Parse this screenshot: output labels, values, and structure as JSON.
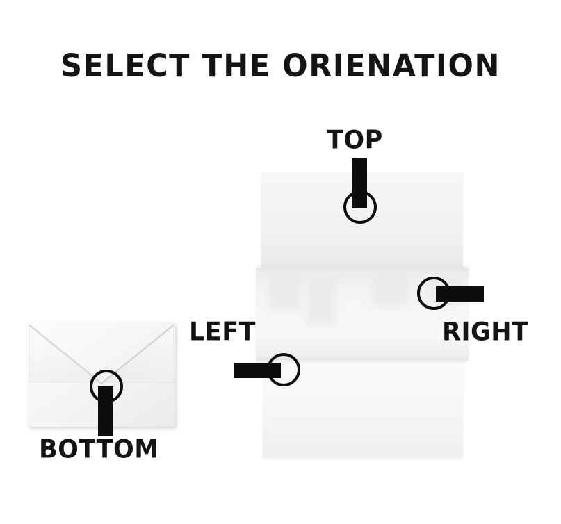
{
  "page": {
    "title": "SELECT THE ORIENATION",
    "background_color": "#ffffff",
    "ink_color": "#0d0d0d"
  },
  "illustration": {
    "envelope": {
      "name": "envelope",
      "fill_color": "#f6f6f6",
      "description": "closed envelope with V-shaped flap"
    },
    "letter": {
      "name": "tri-folded-letter",
      "fill_color": "#f3f3f3",
      "folds": 3,
      "description": "folded sheet of paper with two horizontal fold creases"
    }
  },
  "markers": [
    {
      "id": "top",
      "label": "TOP",
      "icon": "pin-marker-icon",
      "bar_direction": "down",
      "circle_position": "bottom",
      "target": "letter"
    },
    {
      "id": "right",
      "label": "RIGHT",
      "icon": "pin-marker-icon",
      "bar_direction": "right",
      "circle_position": "left",
      "target": "letter"
    },
    {
      "id": "left",
      "label": "LEFT",
      "icon": "pin-marker-icon",
      "bar_direction": "left",
      "circle_position": "right",
      "target": "letter"
    },
    {
      "id": "bottom",
      "label": "BOTTOM",
      "icon": "pin-marker-icon",
      "bar_direction": "down",
      "circle_position": "top",
      "target": "envelope"
    }
  ]
}
